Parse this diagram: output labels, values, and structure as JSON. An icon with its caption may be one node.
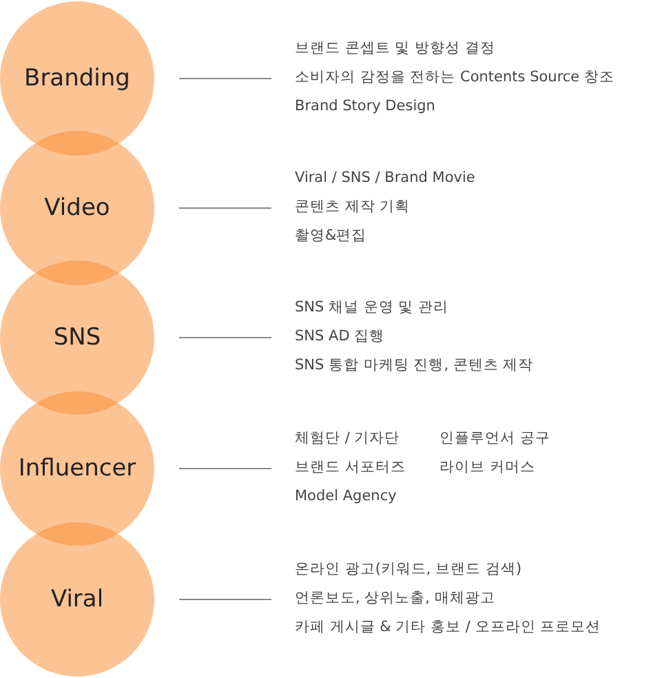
{
  "diagram": {
    "nodes": [
      {
        "text": [
          "Branding"
        ]
      },
      {
        "text": [
          "Video"
        ]
      },
      {
        "text": [
          "SNS"
        ]
      },
      {
        "text": [
          "Influencer"
        ]
      },
      {
        "text": [
          "Viral"
        ]
      },
      {
        "text": [
          "브랜드 콘셉트 및 방향성 결정",
          "소비자의 감정을 전하는 Contents Source 창조",
          "Brand Story Design"
        ]
      },
      {
        "text": [
          "Viral / SNS / Brand Movie",
          "콘텐츠 제작 기획",
          "촬영&편집"
        ]
      },
      {
        "text": [
          "SNS 채널 운영 및 관리",
          "SNS AD 집행",
          "SNS 통합 마케팅 진행, 콘텐츠 제작"
        ]
      },
      {
        "text": [
          "체험단 / 기자단",
          "인플루언서 공구",
          "브랜드 서포터즈",
          "라이브 커머스",
          "Model Agency"
        ]
      },
      {
        "text": [
          "온라인 광고(키워드, 브랜드 검색)",
          "언론보도, 상위노출, 매체광고",
          "카페 게시글 & 기타 홍보 / 오프라인 프로모션"
        ]
      }
    ],
    "edges": [
      {
        "from": 0,
        "to": 5,
        "arrow": "none"
      },
      {
        "from": 1,
        "to": 6,
        "arrow": "none"
      },
      {
        "from": 2,
        "to": 7,
        "arrow": "none"
      },
      {
        "from": 3,
        "to": 8,
        "arrow": "none"
      },
      {
        "from": 4,
        "to": 9,
        "arrow": "none"
      }
    ]
  }
}
